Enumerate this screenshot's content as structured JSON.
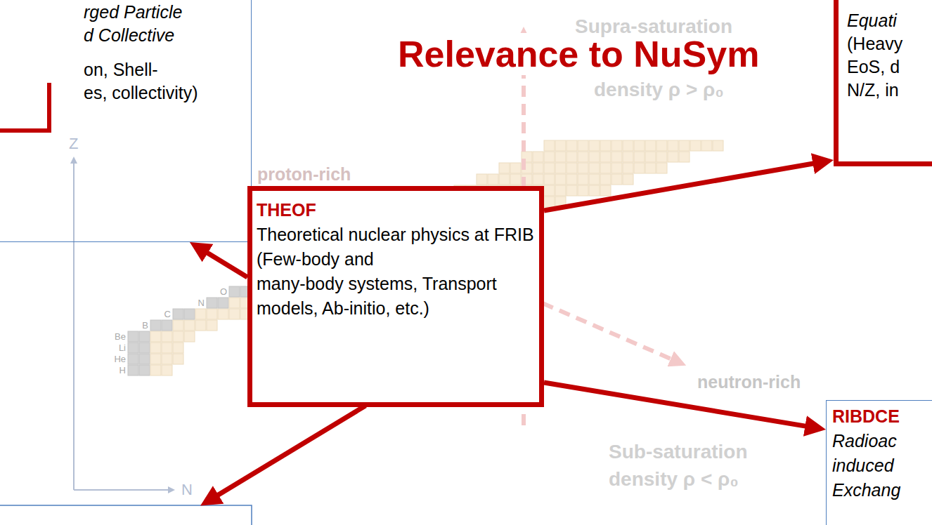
{
  "diagram": {
    "title": "Relevance to NuSym",
    "nodes": [
      {
        "text": [
          "rged Particle",
          "d Collective",
          "on, Shell-",
          "es, collectivity)"
        ]
      },
      {
        "text": [
          "Equati",
          "(Heavy",
          "EoS, d",
          "N/Z, in"
        ]
      },
      {
        "text": [
          "THEOF",
          "Theoretical nuclear physics at FRIB",
          "(Few-body and",
          "many-body systems, Transport models, Ab-initio, etc.)"
        ]
      },
      {
        "text": [
          "RIBDCE",
          "Radioac",
          "induced",
          "Exchang"
        ]
      }
    ],
    "edges": [
      {
        "from": 2,
        "to": 0,
        "arrow": "to"
      },
      {
        "from": 2,
        "to": 1,
        "arrow": "to"
      },
      {
        "from": 2,
        "to": 3,
        "arrow": "to"
      }
    ],
    "labels": [
      "Supra-saturation",
      "density ρ > ρ₀",
      "proton-rich",
      "neutron-rich",
      "Sub-saturation",
      "density ρ < ρ₀",
      "Z",
      "N",
      "H",
      "He",
      "Li",
      "Be",
      "B",
      "C",
      "N",
      "O"
    ]
  }
}
